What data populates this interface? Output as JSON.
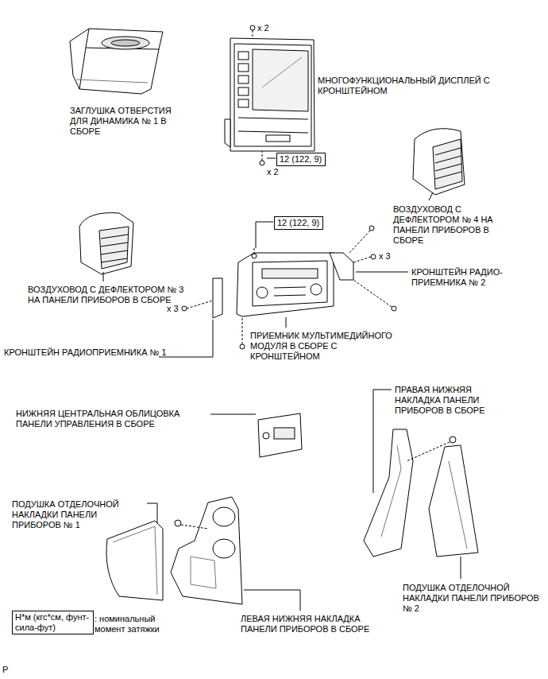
{
  "diagram": {
    "nodes": [
      {
        "text": [
          "12 (122, 9)"
        ]
      },
      {
        "text": [
          "12 (122, 9)"
        ]
      },
      {
        "text": [
          "Н*м (кгс*см, фунт-сила-фут)"
        ]
      }
    ],
    "labels": [
      "ЗАГЛУШКА ОТВЕРСТИЯ ДЛЯ ДИНАМИКА № 1 В СБОРЕ",
      "x 2",
      "МНОГОФУНКЦИОНАЛЬНЫЙ ДИСПЛЕЙ С КРОНШТЕЙНОМ",
      "x 2",
      "ВОЗДУХОВОД С ДЕФЛЕКТОРОМ № 4 НА ПАНЕЛИ ПРИБОРОВ В СБОРЕ",
      "x 3",
      "ВОЗДУХОВОД С ДЕФЛЕКТОРОМ № 3 НА ПАНЕЛИ ПРИБОРОВ В СБОРЕ",
      "КРОНШТЕЙН РАДИО-ПРИЕМНИКА № 2",
      "x 3",
      "ПРИЕМНИК МУЛЬТИМЕДИЙНОГО МОДУЛЯ В СБОРЕ С КРОНШТЕЙНОМ",
      "КРОНШТЕЙН РАДИОПРИЕМНИКА № 1",
      "ПРАВАЯ НИЖНЯЯ НАКЛАДКА ПАНЕЛИ ПРИБОРОВ В СБОРЕ",
      "НИЖНЯЯ ЦЕНТРАЛЬНАЯ ОБЛИЦОВКА ПАНЕЛИ УПРАВЛЕНИЯ В СБОРЕ",
      "ПОДУШКА ОТДЕЛОЧНОЙ НАКЛАДКИ ПАНЕЛИ ПРИБОРОВ № 1",
      "ПОДУШКА ОТДЕЛОЧНОЙ НАКЛАДКИ ПАНЕЛИ ПРИБОРОВ № 2",
      "ЛЕВАЯ НИЖНЯЯ НАКЛАДКА ПАНЕЛИ ПРИБОРОВ В СБОРЕ",
      ": номинальный момент затяжки",
      "P"
    ]
  }
}
